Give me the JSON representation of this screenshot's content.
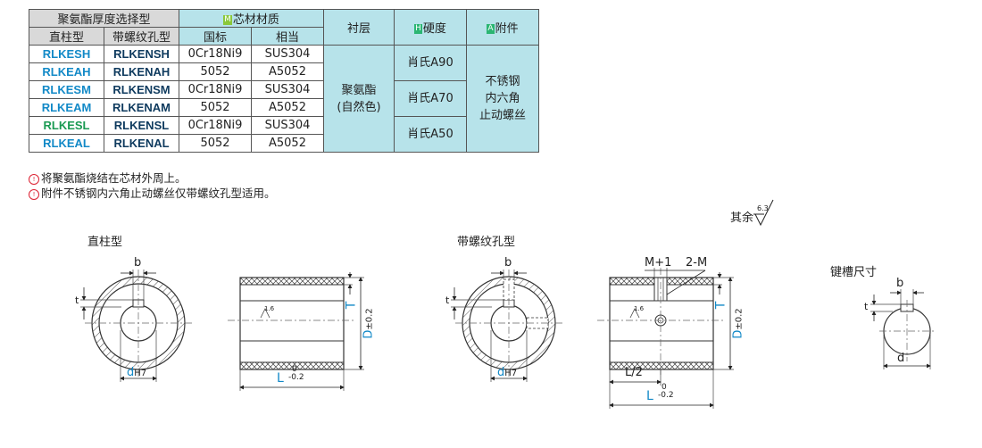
{
  "table": {
    "h_series": "聚氨酯厚度选择型",
    "h_core_badge": "M",
    "h_core": "芯材材质",
    "h_liner": "衬层",
    "h_hard_badge": "H",
    "h_hardness": "硬度",
    "h_acc_badge": "A",
    "h_accessory": "附件",
    "h_straight": "直柱型",
    "h_threaded": "带螺纹孔型",
    "h_std": "国标",
    "h_equiv": "相当",
    "rows": [
      {
        "a": "RLKESH",
        "b": "RLKENSH",
        "std": "0Cr18Ni9",
        "eq": "SUS304"
      },
      {
        "a": "RLKEAH",
        "b": "RLKENAH",
        "std": "5052",
        "eq": "A5052"
      },
      {
        "a": "RLKESM",
        "b": "RLKENSM",
        "std": "0Cr18Ni9",
        "eq": "SUS304"
      },
      {
        "a": "RLKEAM",
        "b": "RLKENAM",
        "std": "5052",
        "eq": "A5052"
      },
      {
        "a": "RLKESL",
        "b": "RLKENSL",
        "std": "0Cr18Ni9",
        "eq": "SUS304"
      },
      {
        "a": "RLKEAL",
        "b": "RLKENAL",
        "std": "5052",
        "eq": "A5052"
      }
    ],
    "liner_l1": "聚氨酯",
    "liner_l2": "(自然色)",
    "hard_1": "肖氏A90",
    "hard_2": "肖氏A70",
    "hard_3": "肖氏A50",
    "acc_l1": "不锈钢",
    "acc_l2": "内六角",
    "acc_l3": "止动螺丝"
  },
  "notes": {
    "n1": "将聚氨酯烧结在芯材外周上。",
    "n2": "附件不锈钢内六角止动螺丝仅带螺纹孔型适用。"
  },
  "drawing": {
    "roughness_prefix": "其余",
    "roughness_value": "6.3",
    "title_straight": "直柱型",
    "title_threaded": "带螺纹孔型",
    "title_keyway": "键槽尺寸",
    "dim_b": "b",
    "dim_t": "t",
    "dim_d": "d",
    "dim_h7": "H7",
    "dim_T": "T",
    "dim_D": "D",
    "dim_D_tol": "±0.2",
    "dim_L": "L",
    "dim_L_upper": "0",
    "dim_L_lower": "-0.2",
    "dim_L2": "L/2",
    "dim_M1": "M+1",
    "dim_2M": "2-M",
    "surf_small": "1.6"
  }
}
